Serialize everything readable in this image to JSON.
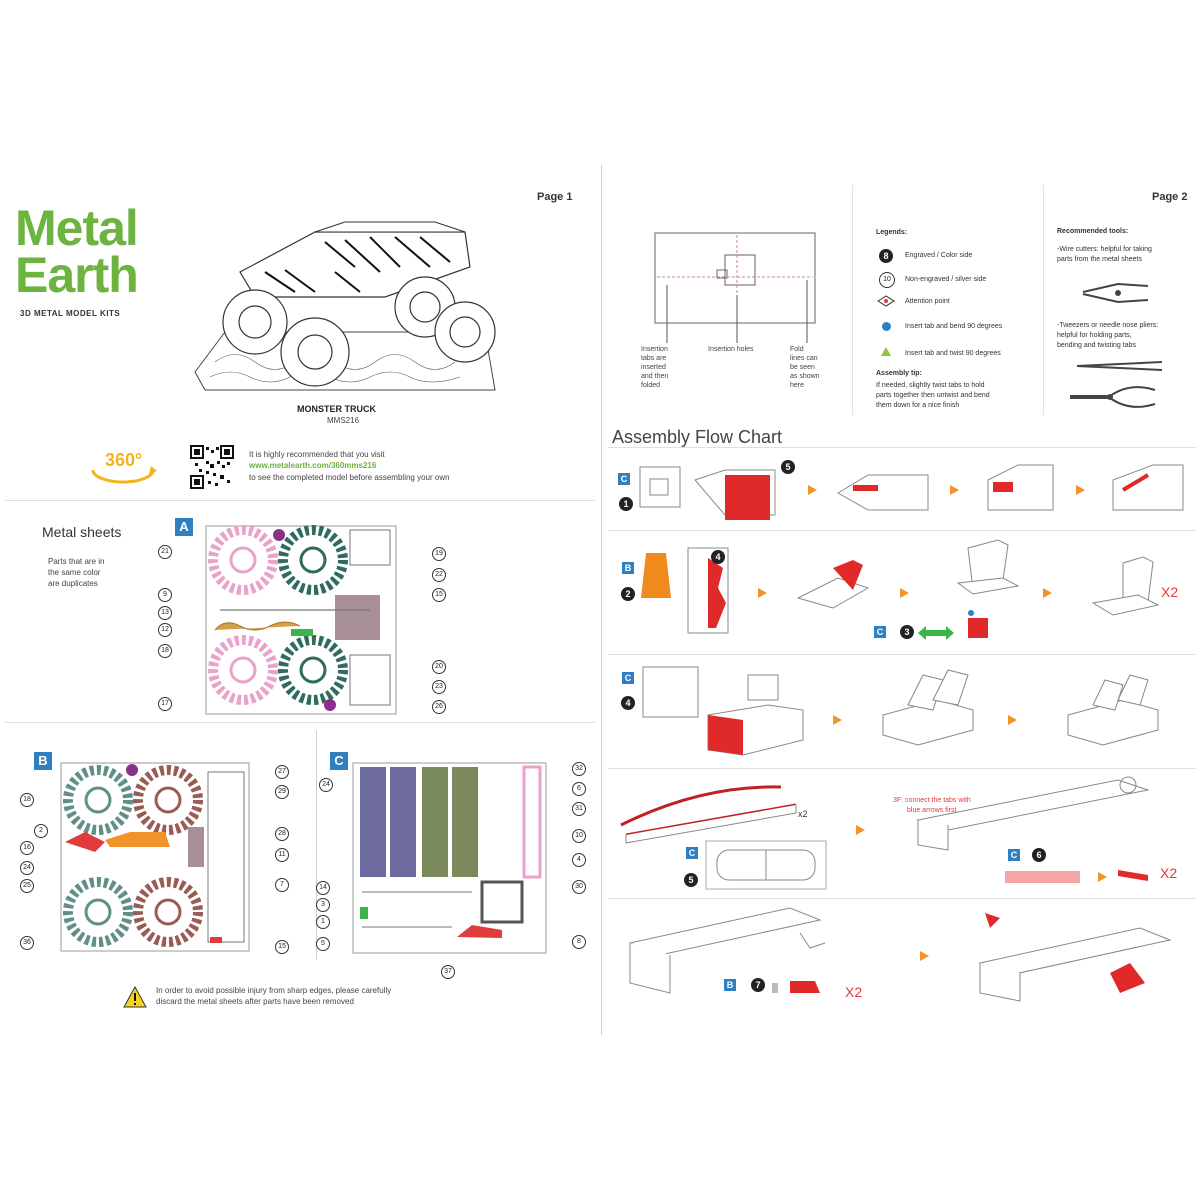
{
  "page1": {
    "page_label": "Page 1",
    "brand_line1": "Metal",
    "brand_line2": "Earth",
    "tagline": "3D METAL MODEL KITS",
    "model_name": "MONSTER TRUCK",
    "model_code": "MMS216",
    "badge_360": "360°",
    "visit_text1": "It is highly recommended that you visit",
    "visit_url": "www.metalearth.com/360mms216",
    "visit_text2": "to see the completed model before assembling your own",
    "metal_sheets_title": "Metal sheets",
    "metal_sheets_note": [
      "Parts that are in",
      "the same color",
      "are duplicates"
    ],
    "sheets": [
      "A",
      "B",
      "C"
    ],
    "warning": [
      "In order to avoid possible injury from sharp edges, please carefully",
      "discard the metal sheets after parts have been removed"
    ]
  },
  "page2": {
    "page_label": "Page 2",
    "diagram_labels": {
      "insertion_tabs": [
        "Insertion",
        "tabs are",
        "inserted",
        "and then",
        "folded"
      ],
      "insertion_holes": "Insertion holes",
      "fold_lines": [
        "Fold",
        "lines can",
        "be seen",
        "as shown",
        "here"
      ]
    },
    "legends": {
      "title": "Legends:",
      "items": [
        "Engraved / Color side",
        "Non-engraved / silver side",
        "Attention point",
        "Insert tab and bend 90 degrees",
        "Insert tab and twist 90 degrees"
      ],
      "assembly_tip_title": "Assembly tip:",
      "assembly_tip": [
        "If needed, slightly twist tabs to hold",
        "parts together then untwist and bend",
        "them down for a nice finish"
      ]
    },
    "tools": {
      "title": "Recommended tools:",
      "tool1": [
        "-Wire cutters: helpful for taking",
        "parts from the metal sheets"
      ],
      "tool2": [
        "-Tweezers or needle nose pliers:",
        "helpful for holding parts,",
        "bending and twisting tabs"
      ]
    },
    "flow_title": "Assembly Flow Chart",
    "steps": [
      {
        "sheet": "C",
        "step": "1",
        "label": "5"
      },
      {
        "sheet": "B",
        "step": "2",
        "label": "4"
      },
      {
        "sheet": "C",
        "step": "3",
        "label": ""
      },
      {
        "sheet": "C",
        "step": "4",
        "label": ""
      },
      {
        "sheet": "C",
        "step": "5",
        "label": ""
      },
      {
        "sheet": "C",
        "step": "6",
        "label": ""
      },
      {
        "sheet": "B",
        "step": "7",
        "label": ""
      }
    ],
    "multiplier": "X2",
    "multiplier_label": "x2",
    "connect_note": [
      "3F: connect the tabs with",
      "blue arrows first"
    ]
  },
  "colors": {
    "brand_green": "#6cb33f",
    "sheet_blue": "#2f7fc1",
    "arrow_orange": "#f0932b",
    "part_red": "#e23b3b"
  }
}
